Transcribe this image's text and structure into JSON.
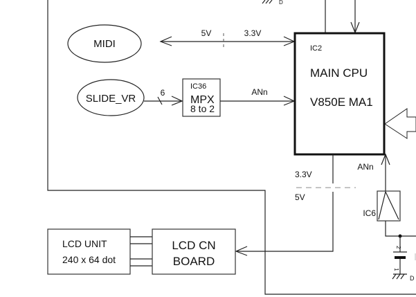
{
  "diagram": {
    "title": "Main CPU block diagram (partial)",
    "nodes": {
      "midi": {
        "label": "MIDI"
      },
      "slide_vr": {
        "label": "SLIDE_VR"
      },
      "ic36": {
        "ref": "IC36",
        "line1": "MPX",
        "line2": "8 to 2"
      },
      "cpu": {
        "ref": "IC2",
        "line1": "MAIN CPU",
        "line2": "V850E MA1"
      },
      "ic6": {
        "ref": "IC6"
      },
      "lcd_unit": {
        "line1": "LCD UNIT",
        "line2": "240 x 64 dot"
      },
      "lcd_cn": {
        "line1": "LCD CN",
        "line2": "BOARD"
      }
    },
    "labels": {
      "midi_5v": "5V",
      "midi_33v": "3.3V",
      "bus_width": "6",
      "mpx_out": "ANn",
      "lcd_33v": "3.3V",
      "lcd_5v": "5V",
      "ic6_out": "ANn",
      "cap_pin2": "2",
      "cap_pin1": "1",
      "gnd_d": "D",
      "gnd_top_d": "D"
    }
  }
}
